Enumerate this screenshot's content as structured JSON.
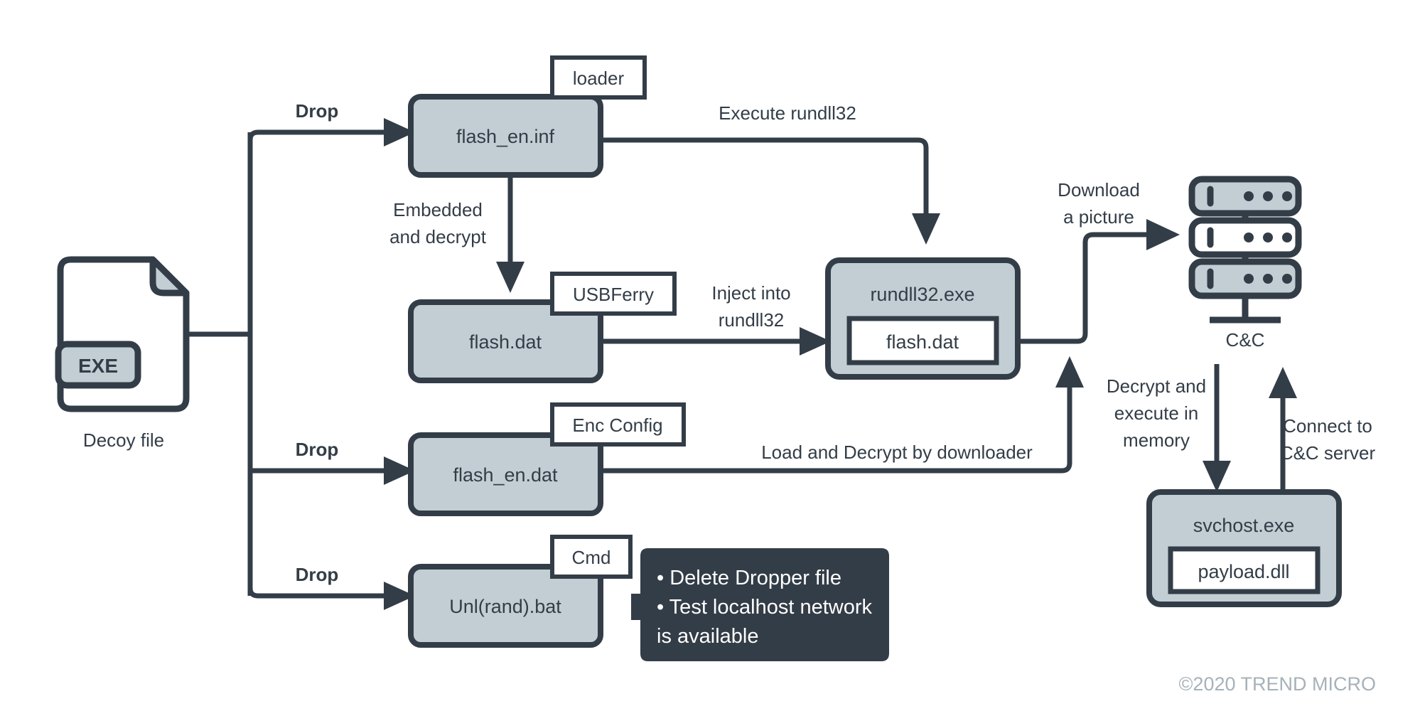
{
  "diagram": {
    "title": "USBFerry infection chain",
    "colors": {
      "box_fill": "#c3ced4",
      "stroke": "#333d47",
      "callout_fill": "#333d47",
      "callout_text": "#ffffff",
      "copyright_text": "#a7b1b8",
      "background": "#ffffff"
    },
    "source": {
      "name": "decoy-file",
      "badge": "EXE",
      "caption": "Decoy file"
    },
    "nodes": {
      "flash_en_inf": {
        "label": "flash_en.inf",
        "tag": "loader"
      },
      "flash_dat": {
        "label": "flash.dat",
        "tag": "USBFerry"
      },
      "flash_en_dat": {
        "label": "flash_en.dat",
        "tag": "Enc Config"
      },
      "unl_rand_bat": {
        "label": "Unl(rand).bat",
        "tag": "Cmd"
      },
      "rundll32": {
        "label": "rundll32.exe",
        "inner": "flash.dat"
      },
      "svchost": {
        "label": "svchost.exe",
        "inner": "payload.dll"
      },
      "cnc": {
        "label": "C&C"
      }
    },
    "edges": [
      {
        "name": "drop-to-inf",
        "label": "Drop"
      },
      {
        "name": "drop-to-enc-config",
        "label": "Drop"
      },
      {
        "name": "drop-to-cmd",
        "label": "Drop"
      },
      {
        "name": "inf-to-flash-dat",
        "label_line1": "Embedded",
        "label_line2": "and decrypt"
      },
      {
        "name": "inf-to-rundll32",
        "label": "Execute rundll32"
      },
      {
        "name": "flashdat-to-rundll32",
        "label_line1": "Inject into",
        "label_line2": "rundll32"
      },
      {
        "name": "rundll32-to-cnc",
        "label_line1": "Download",
        "label_line2": "a picture"
      },
      {
        "name": "encconfig-to-rundll32",
        "label": "Load and Decrypt by downloader"
      },
      {
        "name": "cnc-to-svchost",
        "label_line1": "Decrypt and",
        "label_line2": "execute in",
        "label_line3": "memory"
      },
      {
        "name": "svchost-to-cnc",
        "label_line1": "Connect to",
        "label_line2": "C&C server"
      }
    ],
    "callout": {
      "name": "cmd-actions-callout",
      "bullets": [
        "• Delete Dropper file",
        "• Test localhost network",
        "   is available"
      ]
    },
    "copyright": "©2020 TREND MICRO"
  }
}
